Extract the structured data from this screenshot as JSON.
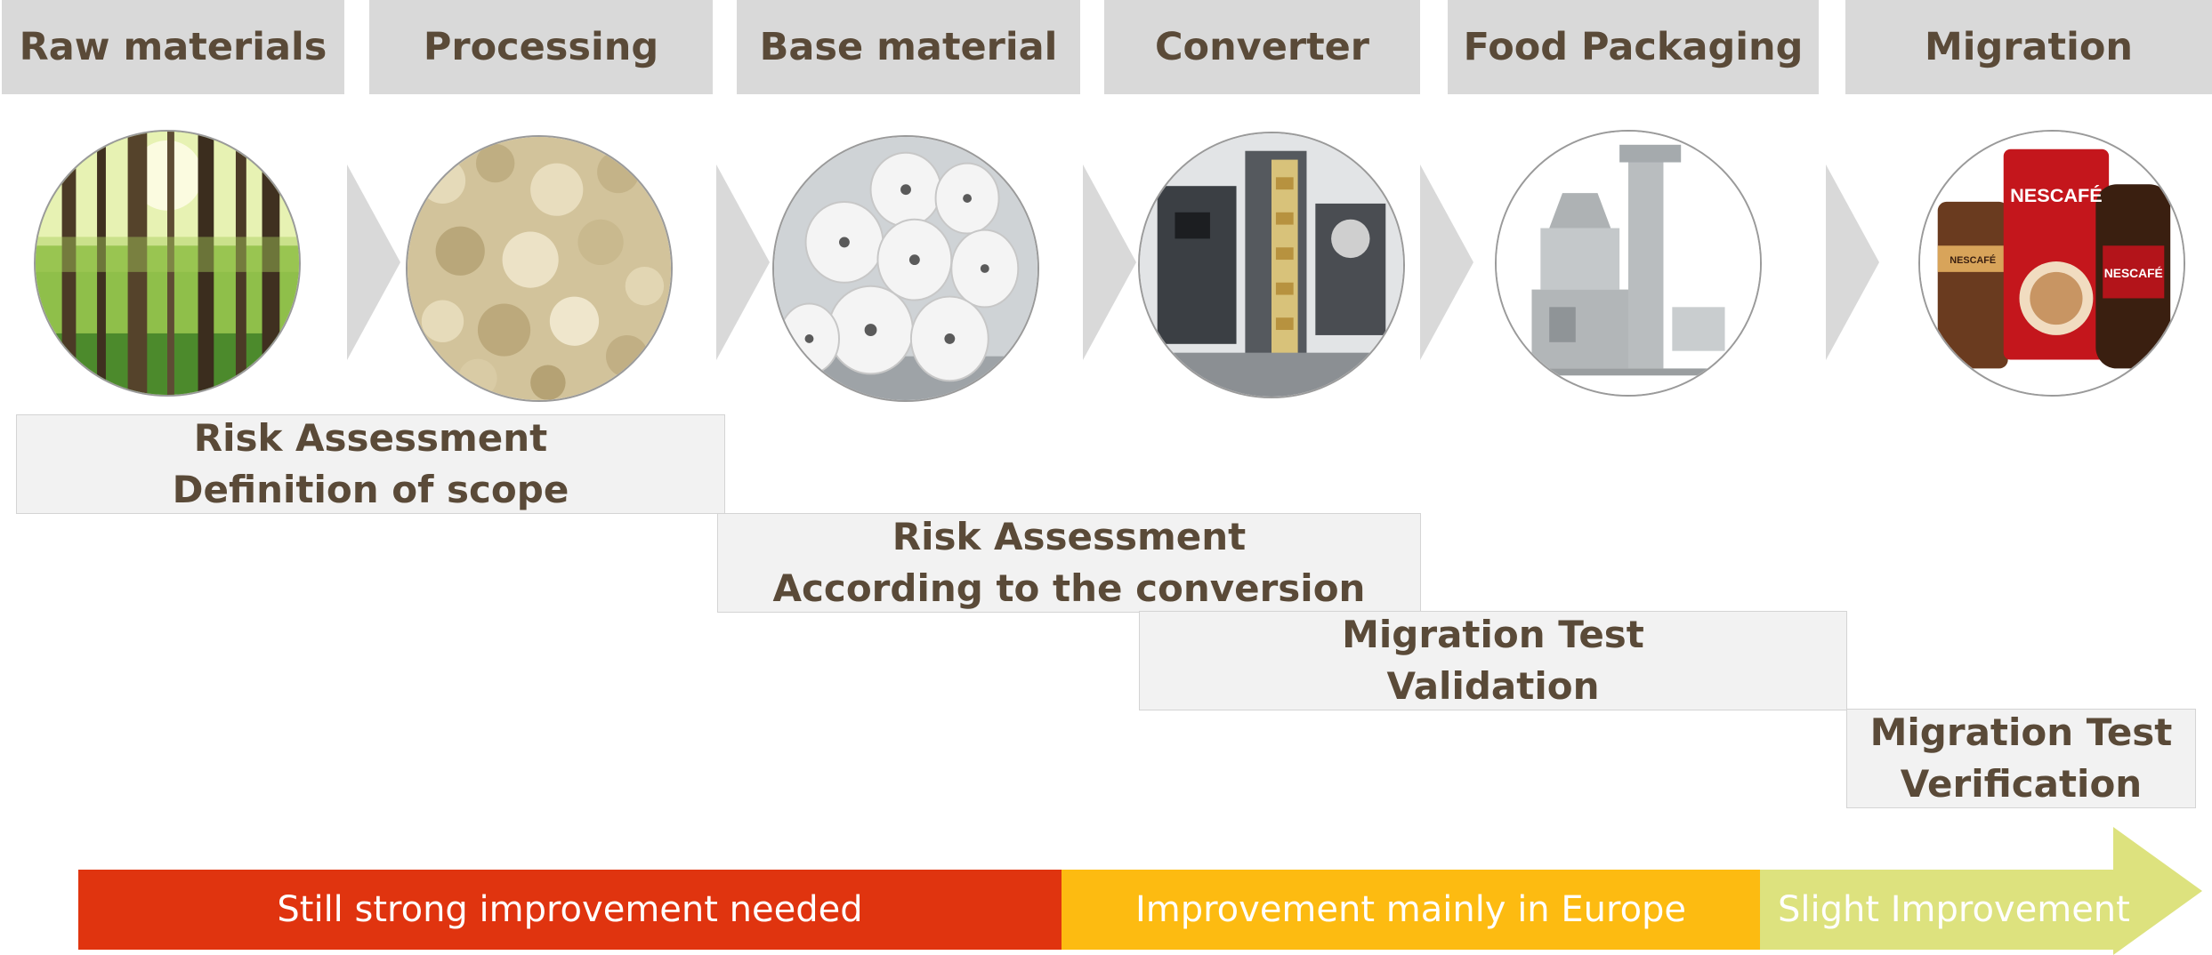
{
  "stages": [
    {
      "label": "Raw materials",
      "icon": "forest-photo-icon"
    },
    {
      "label": "Processing",
      "icon": "pulp-photo-icon"
    },
    {
      "label": "Base material",
      "icon": "paper-rolls-photo-icon"
    },
    {
      "label": "Converter",
      "icon": "converter-machine-photo-icon"
    },
    {
      "label": "Food Packaging",
      "icon": "packaging-machine-photo-icon"
    },
    {
      "label": "Migration",
      "icon": "coffee-packages-photo-icon"
    }
  ],
  "assessments": [
    {
      "line1": "Risk Assessment",
      "line2": "Definition of scope"
    },
    {
      "line1": "Risk Assessment",
      "line2": "According to the conversion"
    },
    {
      "line1": "Migration Test",
      "line2": "Validation"
    },
    {
      "line1": "Migration Test",
      "line2": "Verification"
    }
  ],
  "status": [
    {
      "label": "Still strong improvement needed",
      "color": "#e0340f"
    },
    {
      "label": "Improvement mainly in Europe",
      "color": "#fdbb11"
    },
    {
      "label": "Slight Improvement",
      "color": "#dde27e"
    }
  ],
  "brand_text": "NESCAFÉ",
  "colors": {
    "header_bg": "#d9d9d9",
    "header_text": "#5a4a38",
    "box_bg": "#f2f2f2",
    "chevron": "#d9d9d9"
  }
}
